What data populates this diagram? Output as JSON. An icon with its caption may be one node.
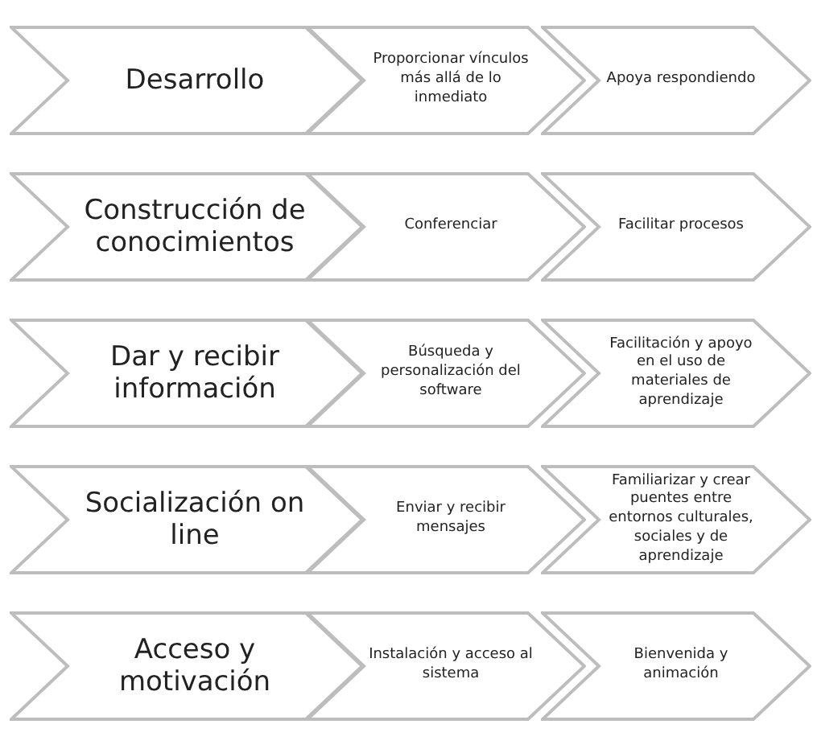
{
  "diagram": {
    "nodes": [
      {
        "text": [
          "Desarrollo"
        ]
      },
      {
        "text": [
          "Proporcionar vínculos más allá de lo inmediato"
        ]
      },
      {
        "text": [
          "Apoya respondiendo"
        ]
      },
      {
        "text": [
          "Construcción de conocimientos"
        ]
      },
      {
        "text": [
          "Conferenciar"
        ]
      },
      {
        "text": [
          "Facilitar procesos"
        ]
      },
      {
        "text": [
          "Dar y recibir información"
        ]
      },
      {
        "text": [
          "Búsqueda y personalización del software"
        ]
      },
      {
        "text": [
          "Facilitación y apoyo en el uso de materiales de aprendizaje"
        ]
      },
      {
        "text": [
          "Socialización on line"
        ]
      },
      {
        "text": [
          "Enviar y recibir mensajes"
        ]
      },
      {
        "text": [
          "Familiarizar y crear puentes entre entornos culturales, sociales y de aprendizaje"
        ]
      },
      {
        "text": [
          "Acceso y motivación"
        ]
      },
      {
        "text": [
          "Instalación y acceso al sistema"
        ]
      },
      {
        "text": [
          "Bienvenida y animación"
        ]
      }
    ]
  }
}
